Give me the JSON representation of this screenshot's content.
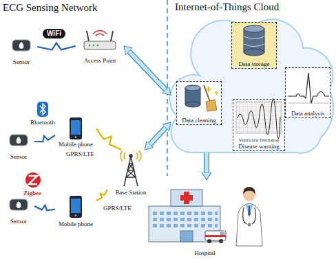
{
  "diagram": {
    "nodes": [
      {
        "text": [
          "Sensor"
        ]
      },
      {
        "text": [
          "Access Point"
        ]
      },
      {
        "text": [
          "Sensor"
        ]
      },
      {
        "text": [
          "Mobile phone"
        ]
      },
      {
        "text": [
          "Base Station"
        ]
      },
      {
        "text": [
          "Sensor"
        ]
      },
      {
        "text": [
          "Mobile phone"
        ]
      },
      {
        "text": [
          "Internet-of-Things Cloud"
        ]
      },
      {
        "text": [
          "Data storage"
        ],
        "in": 7
      },
      {
        "text": [
          "Data cleaning"
        ],
        "in": 7
      },
      {
        "text": [
          "Data analysis"
        ],
        "in": 7
      },
      {
        "text": [
          "Ventricular fibrillation",
          "Disease warning"
        ],
        "in": 7
      },
      {
        "text": [
          "Hospital"
        ]
      }
    ],
    "edges": [
      {
        "from": 0,
        "to": 1,
        "arrow": "none",
        "label": "WiFi"
      },
      {
        "from": 2,
        "to": 3,
        "arrow": "none",
        "label": "Bluetooth"
      },
      {
        "from": 3,
        "to": 4,
        "arrow": "none",
        "label": "GPRS/LTE"
      },
      {
        "from": 5,
        "to": 6,
        "arrow": "none",
        "label": "Zigbee"
      },
      {
        "from": 6,
        "to": 4,
        "arrow": "none",
        "label": "GPRS/LTE"
      },
      {
        "from": 1,
        "to": 7,
        "arrow": "both"
      },
      {
        "from": 4,
        "to": 7,
        "arrow": "both"
      },
      {
        "from": 7,
        "to": 12,
        "arrow": "to"
      }
    ],
    "labels": [
      "ECG Sensing Network"
    ]
  }
}
